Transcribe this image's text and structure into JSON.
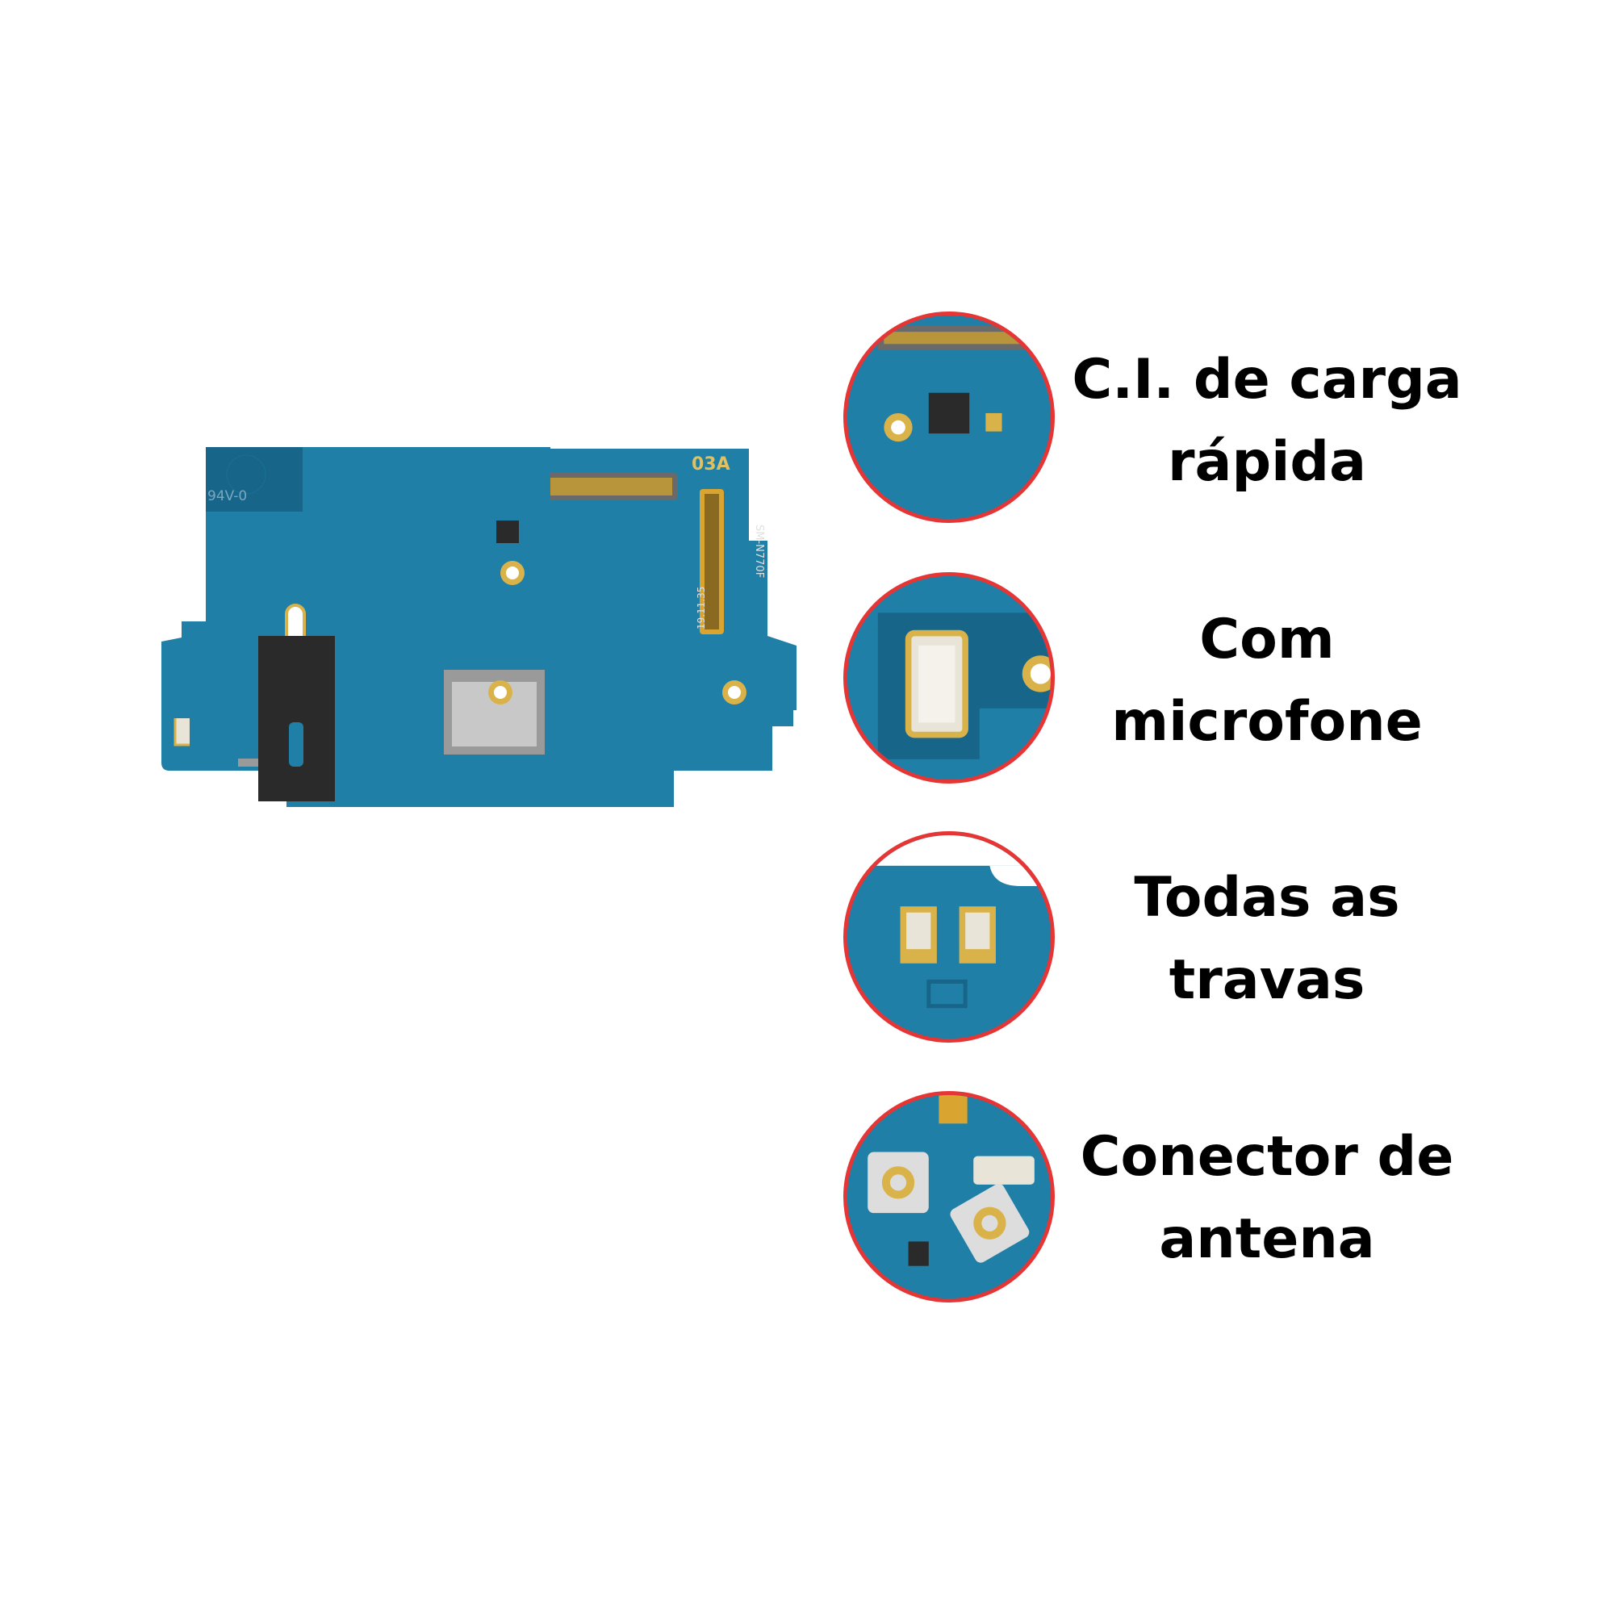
{
  "board_markings": {
    "top_code": "03A",
    "model": "SM-N770F",
    "date": "19.11.35",
    "bottom_code": "94V-0"
  },
  "features": [
    {
      "line1": "C.I. de carga",
      "line2": "rápida",
      "icon": "charging-ic-closeup"
    },
    {
      "line1": "Com",
      "line2": "microfone",
      "icon": "microphone-closeup"
    },
    {
      "line1": "Todas as",
      "line2": "travas",
      "icon": "latches-closeup"
    },
    {
      "line1": "Conector de",
      "line2": "antena",
      "icon": "antenna-connector-closeup"
    }
  ],
  "colors": {
    "pcb": "#1f7fa6",
    "pcb_dark": "#17668a",
    "gold": "#d9b24a",
    "ring": "#e53535"
  }
}
